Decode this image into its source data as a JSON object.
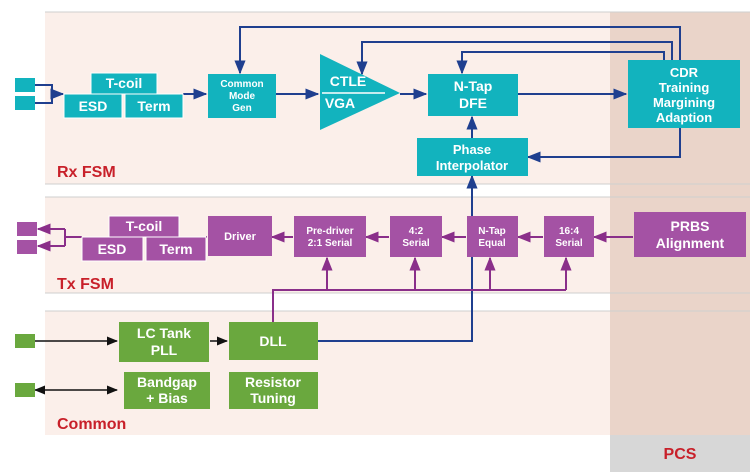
{
  "colors": {
    "rx": "#12b3be",
    "tx": "#a452a4",
    "common": "#6aa83e",
    "wire": "#1f3f8f",
    "section_label": "#c8202a",
    "band": "#fbefea",
    "pcs_band": "#ead4c9",
    "pcs_label": "#c8202a"
  },
  "sections": {
    "rx_label": "Rx FSM",
    "tx_label": "Tx FSM",
    "common_label": "Common",
    "pcs_label": "PCS"
  },
  "rx": {
    "tcoil": "T-coil",
    "esd": "ESD",
    "term": "Term",
    "cm_gen": [
      "Common",
      "Mode",
      "Gen"
    ],
    "ctle": "CTLE",
    "vga": "VGA",
    "dfe": [
      "N-Tap",
      "DFE"
    ],
    "cdr": [
      "CDR",
      "Training",
      "Margining",
      "Adaption"
    ],
    "phase_interp": [
      "Phase",
      "Interpolator"
    ]
  },
  "tx": {
    "tcoil": "T-coil",
    "esd": "ESD",
    "term": "Term",
    "driver": "Driver",
    "pre_driver": [
      "Pre-driver",
      "2:1 Serial"
    ],
    "serial_4_2": [
      "4:2",
      "Serial"
    ],
    "ntap_equal": [
      "N-Tap",
      "Equal"
    ],
    "serial_16_4": [
      "16:4",
      "Serial"
    ],
    "prbs": [
      "PRBS",
      "Alignment"
    ]
  },
  "common": {
    "lc_pll": [
      "LC Tank",
      "PLL"
    ],
    "dll": "DLL",
    "bandgap": [
      "Bandgap",
      "+ Bias"
    ],
    "resistor": [
      "Resistor",
      "Tuning"
    ]
  }
}
